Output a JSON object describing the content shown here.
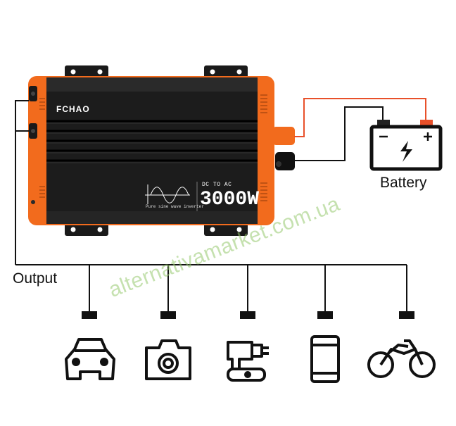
{
  "inverter": {
    "brand": "FCHAO",
    "mode": "DC TO AC",
    "power": "3000W",
    "waveform": "Pure sine wave inverter"
  },
  "labels": {
    "output": "Output",
    "battery": "Battery"
  },
  "battery": {
    "minus": "−",
    "plus": "+"
  },
  "devices": [
    {
      "icon": "car-icon"
    },
    {
      "icon": "camera-icon"
    },
    {
      "icon": "power-tool-icon"
    },
    {
      "icon": "smartphone-icon"
    },
    {
      "icon": "motorcycle-icon"
    }
  ],
  "watermark": "alternativamarket.com.ua",
  "colors": {
    "accent_orange": "#f26b1d",
    "body_black": "#1c1c1c",
    "wire_red": "#e8502a",
    "wire_black": "#111111"
  }
}
